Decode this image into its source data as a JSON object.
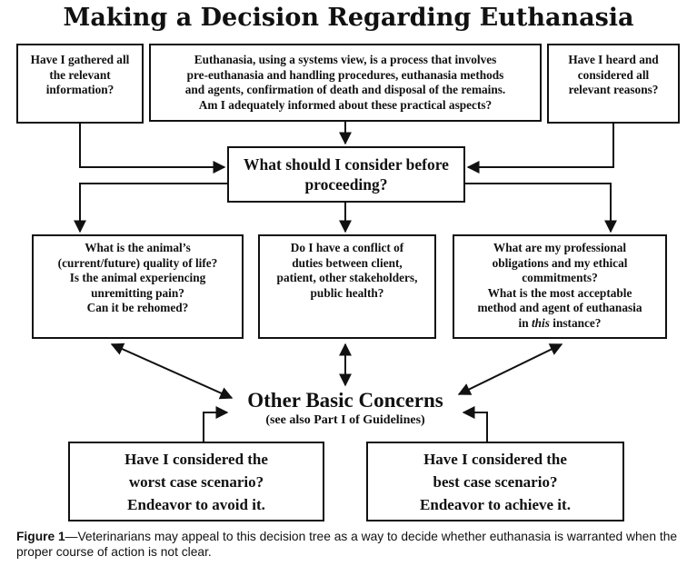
{
  "title": "Making a Decision Regarding Euthanasia",
  "top_boxes": {
    "left": [
      "Have I gathered all",
      "the relevant",
      "information?"
    ],
    "middle": [
      "Euthanasia, using a systems view, is a process that involves",
      "pre-euthanasia and handling procedures, euthanasia methods",
      "and agents, confirmation of death and disposal of the remains.",
      "Am I adequately informed about these practical aspects?"
    ],
    "right": [
      "Have I heard and",
      "considered all",
      "relevant reasons?"
    ]
  },
  "center_box": [
    "What should I consider before",
    "proceeding?"
  ],
  "mid_boxes": {
    "left": [
      "What is the animal’s",
      "(current/future) quality of life?",
      "Is the animal experiencing",
      "unremitting pain?",
      "Can it be rehomed?"
    ],
    "middle": [
      "Do I have a conflict of",
      "duties between client,",
      "patient, other stakeholders,",
      "public health?"
    ],
    "right_lines": [
      "What are my professional",
      "obligations and my ethical",
      "commitments?",
      "What is the most acceptable",
      "method and agent of euthanasia"
    ],
    "right_last": {
      "prefix": "in ",
      "emphasis": "this",
      "suffix": " instance?"
    }
  },
  "concerns": {
    "main": "Other Basic Concerns",
    "sub": "(see also Part I of Guidelines)"
  },
  "bottom_boxes": {
    "left": [
      "Have I considered the",
      "worst case scenario?",
      "Endeavor to avoid it."
    ],
    "right": [
      "Have I considered the",
      "best case scenario?",
      "Endeavor to achieve it."
    ]
  },
  "caption": {
    "label": "Figure 1",
    "text": "—Veterinarians may appeal to this decision tree as a way to decide whether euthanasia is warranted when the proper course of action is not clear."
  }
}
